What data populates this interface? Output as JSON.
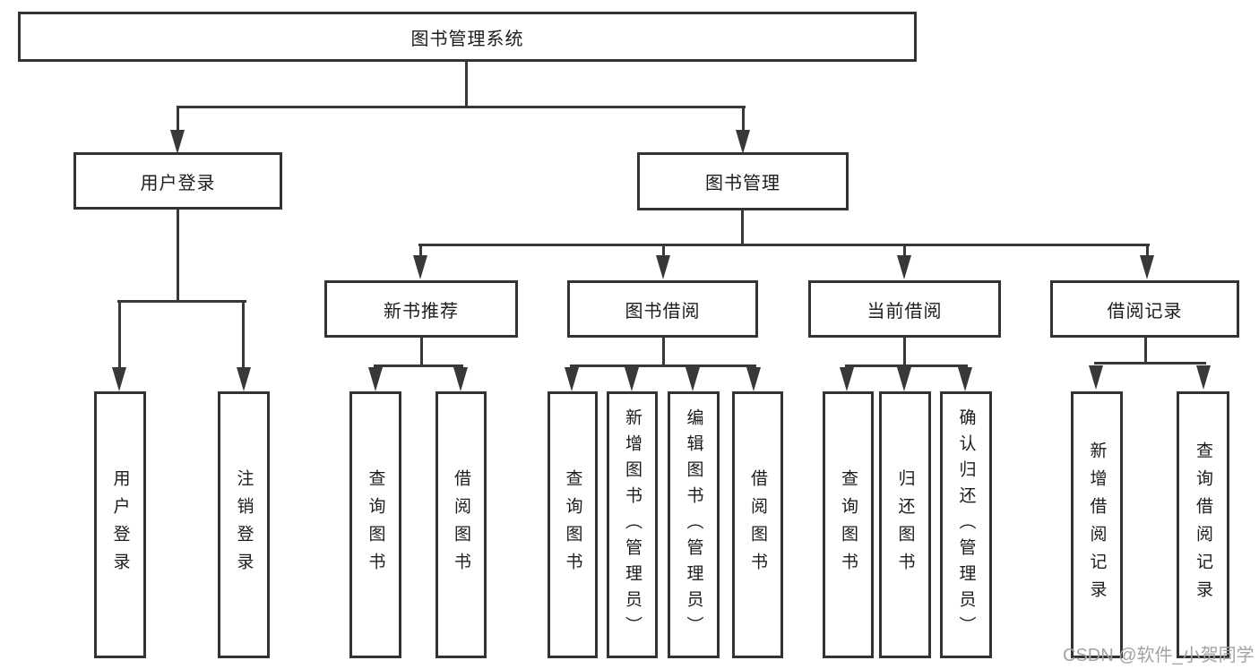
{
  "nodes": {
    "root": "图书管理系统",
    "user_login": "用户登录",
    "book_management": "图书管理",
    "new_book_recommend": "新书推荐",
    "book_borrow": "图书借阅",
    "current_borrow": "当前借阅",
    "borrow_records": "借阅记录",
    "user_login_action": "用户登录",
    "logout_action": "注销登录",
    "query_books_1": "查询图书",
    "borrow_books_1": "借阅图书",
    "query_books_2": "查询图书",
    "add_books_admin": "新增图书（管理员）",
    "edit_books_admin": "编辑图书（管理员）",
    "borrow_books_2": "借阅图书",
    "query_books_3": "查询图书",
    "return_books": "归还图书",
    "confirm_return_admin": "确认归还（管理员）",
    "add_borrow_record": "新增借阅记录",
    "query_borrow_record": "查询借阅记录"
  },
  "watermark": "CSDN @软件_小贺同学",
  "colors": {
    "line": "#383838",
    "border": "#333333",
    "text": "#1c1c1c",
    "watermark": "#a3a3a3",
    "background": "#ffffff"
  }
}
